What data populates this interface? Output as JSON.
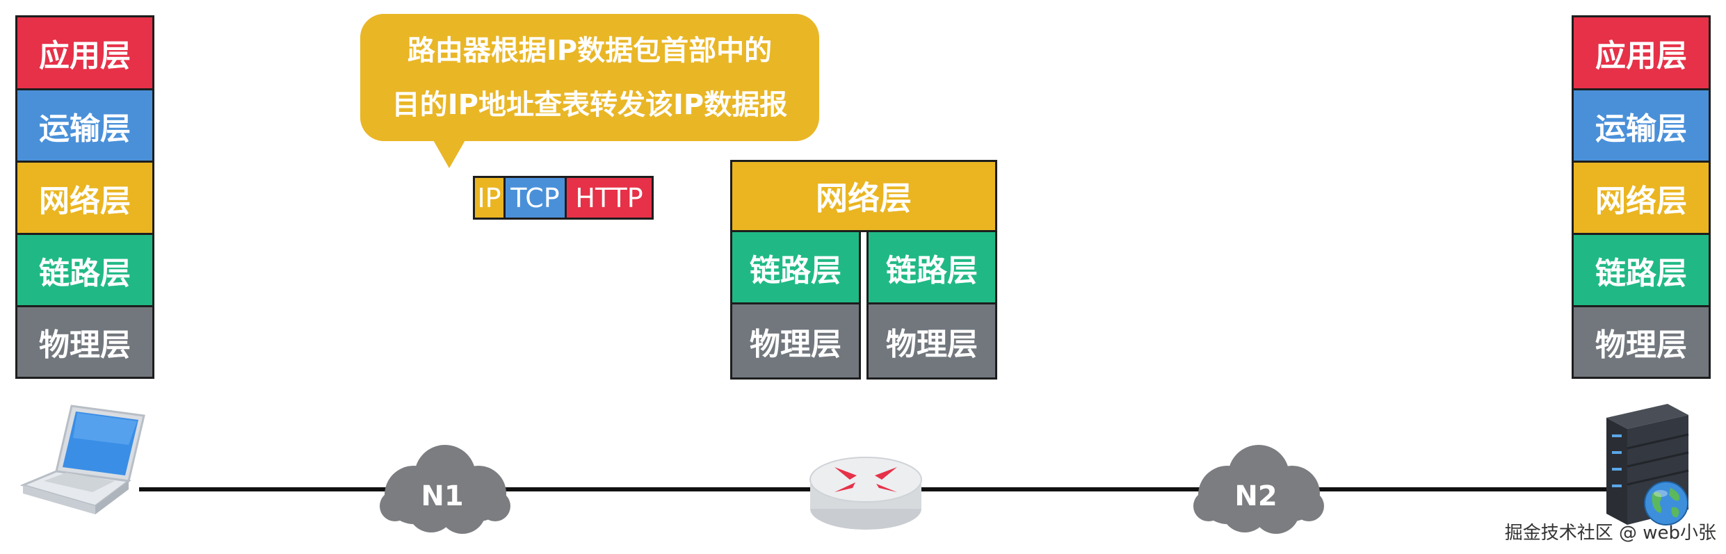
{
  "layers": {
    "application": "应用层",
    "transport": "运输层",
    "network": "网络层",
    "link": "链路层",
    "physical": "物理层"
  },
  "callout": {
    "line1": "路由器根据IP数据包首部中的",
    "line2": "目的IP地址查表转发该IP数据报"
  },
  "packet": {
    "ip": "IP",
    "tcp": "TCP",
    "http": "HTTP"
  },
  "networks": {
    "n1": "N1",
    "n2": "N2"
  },
  "watermark": "掘金技术社区 @ web小张",
  "colors": {
    "application": "#e63148",
    "transport": "#4a90d9",
    "network": "#eab521",
    "link": "#20b985",
    "physical": "#72777e",
    "callout": "#e9b626"
  },
  "icons": [
    "laptop-icon",
    "cloud-icon",
    "router-icon",
    "server-icon",
    "globe-icon"
  ]
}
